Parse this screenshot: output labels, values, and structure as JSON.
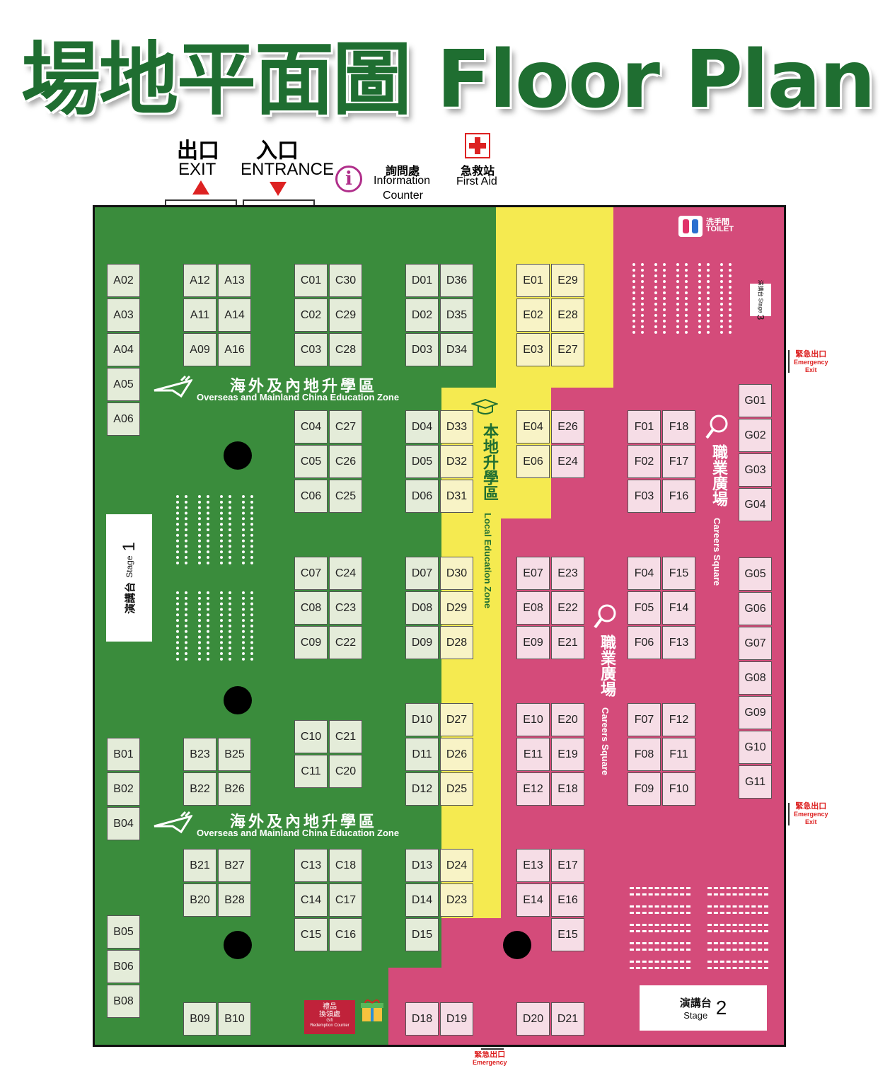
{
  "title": "場地平面圖 Floor Plan",
  "top": {
    "exit_zh": "出口",
    "exit_en": "EXIT",
    "entrance_zh": "入口",
    "entrance_en": "ENTRANCE",
    "info_zh": "詢問處",
    "info_en_1": "Information",
    "info_en_2": "Counter",
    "firstaid_zh": "急救站",
    "firstaid_en": "First Aid"
  },
  "zones": {
    "overseas_zh": "海外及內地升學區",
    "overseas_en": "Overseas and Mainland China Education Zone",
    "local_zh": "本地升學區",
    "local_en": "Local Education Zone",
    "careers_zh": "職業廣場",
    "careers_en": "Careers Square"
  },
  "stages": {
    "s1_zh": "演講台",
    "s1_en": "Stage",
    "s1_num": "1",
    "s2_zh": "演講台",
    "s2_en": "Stage",
    "s2_num": "2",
    "s3_zh": "演講台",
    "s3_en": "Stage",
    "s3_num": "3"
  },
  "toilet": {
    "zh": "洗手間",
    "en": "TOILET"
  },
  "emergency": {
    "zh": "緊急出口",
    "en": "Emergency",
    "en2": "Exit"
  },
  "redemption": {
    "zh1": "禮品",
    "zh2": "換領處",
    "en1": "Gift",
    "en2": "Redemption Counter"
  },
  "colors": {
    "green": "#3a8c3c",
    "yellow": "#f5ea50",
    "pink": "#d44b7a",
    "title": "#1f6e31"
  },
  "icons": [
    "exit-arrow-icon",
    "entrance-arrow-icon",
    "info-icon",
    "first-aid-icon",
    "toilet-icon",
    "graduation-cap-icon",
    "careers-magnifier-icon",
    "plane-icon",
    "gift-icon"
  ],
  "booths": {
    "A": [
      "A02",
      "A03",
      "A04",
      "A05",
      "A06",
      "A12",
      "A13",
      "A11",
      "A14",
      "A09",
      "A16"
    ],
    "B": [
      "B01",
      "B02",
      "B04",
      "B23",
      "B25",
      "B22",
      "B26",
      "B21",
      "B27",
      "B20",
      "B28",
      "B05",
      "B06",
      "B08",
      "B09",
      "B10"
    ],
    "C": [
      "C01",
      "C30",
      "C02",
      "C29",
      "C03",
      "C28",
      "C04",
      "C27",
      "C05",
      "C26",
      "C06",
      "C25",
      "C07",
      "C24",
      "C08",
      "C23",
      "C09",
      "C22",
      "C10",
      "C21",
      "C11",
      "C20",
      "C13",
      "C18",
      "C14",
      "C17",
      "C15",
      "C16"
    ],
    "D": [
      "D01",
      "D36",
      "D02",
      "D35",
      "D03",
      "D34",
      "D04",
      "D33",
      "D05",
      "D32",
      "D06",
      "D31",
      "D07",
      "D30",
      "D08",
      "D29",
      "D09",
      "D28",
      "D10",
      "D27",
      "D11",
      "D26",
      "D12",
      "D25",
      "D13",
      "D24",
      "D14",
      "D23",
      "D15",
      "D18",
      "D19",
      "D20",
      "D21"
    ],
    "E": [
      "E01",
      "E29",
      "E02",
      "E28",
      "E03",
      "E27",
      "E04",
      "E26",
      "E06",
      "E24",
      "E07",
      "E23",
      "E08",
      "E22",
      "E09",
      "E21",
      "E10",
      "E20",
      "E11",
      "E19",
      "E12",
      "E18",
      "E13",
      "E17",
      "E14",
      "E16",
      "E15"
    ],
    "F": [
      "F01",
      "F18",
      "F02",
      "F17",
      "F03",
      "F16",
      "F04",
      "F15",
      "F05",
      "F14",
      "F06",
      "F13",
      "F07",
      "F12",
      "F08",
      "F11",
      "F09",
      "F10"
    ],
    "G": [
      "G01",
      "G02",
      "G03",
      "G04",
      "G05",
      "G06",
      "G07",
      "G08",
      "G09",
      "G10",
      "G11"
    ]
  }
}
